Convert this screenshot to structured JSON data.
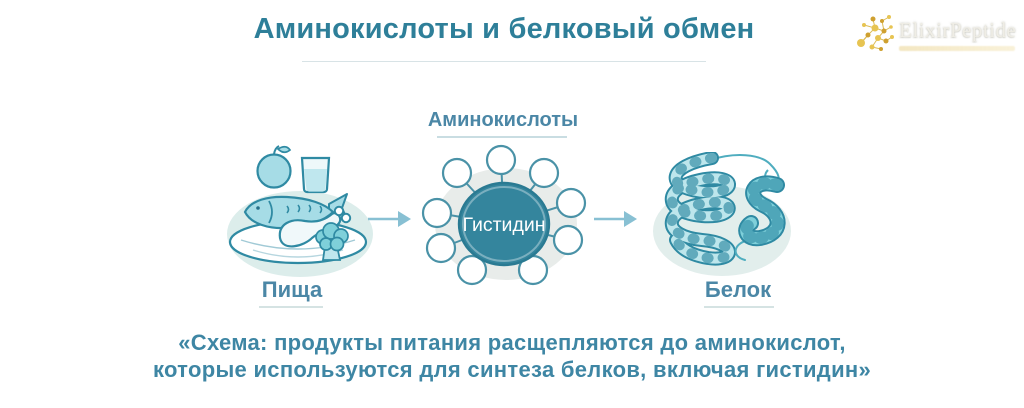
{
  "header": {
    "title": "Аминокислоты и белковый обмен"
  },
  "logo": {
    "brand": "ElixirPeptide"
  },
  "diagram": {
    "steps": [
      {
        "label": "Пища"
      },
      {
        "label": "Аминокислоты",
        "center_label": "Гистидин",
        "satellite_count": 9
      },
      {
        "label": "Белок"
      }
    ]
  },
  "caption": {
    "line1": "«Схема: продукты питания расщепляются до аминокислот,",
    "line2": "которые используются для синтеза белков, включая гистидин»"
  },
  "icons": {
    "logo": "molecule-icon",
    "connector": "right-arrow-icon",
    "food": "food-plate-illustration",
    "amino": "amino-acid-wheel",
    "protein": "protein-helix-illustration"
  },
  "colors": {
    "accent_teal": "#2e7f99",
    "label_blue": "#4b87a6",
    "caption_teal": "#3e86a4",
    "hub_fill": "#34859d",
    "illustration_stroke": "#2f8aa3",
    "illustration_fill": "#a6dce6",
    "arrow": "#88c0d3",
    "logo_gold": "#e0b64a"
  }
}
